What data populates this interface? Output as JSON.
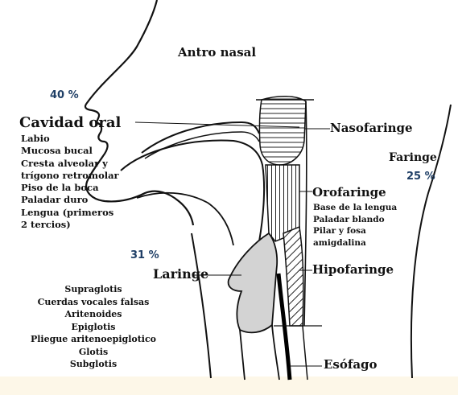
{
  "labels": {
    "antro_nasal": "Antro nasal",
    "nasofaringe": "Nasofaringe",
    "faringe": "Faringe",
    "cavidad_oral": "Cavidad oral",
    "orofaringe": "Orofaringe",
    "laringe": "Laringe",
    "hipofaringe": "Hipofaringe",
    "esofago": "Esófago"
  },
  "percentages": {
    "cavidad_oral": "40 %",
    "faringe": "25 %",
    "laringe": "31 %"
  },
  "cavidad_oral_items": [
    "Labio",
    "Mucosa bucal",
    "Cresta alveolar y",
    "trígono retromolar",
    "Piso de la boca",
    "Paladar duro",
    "Lengua (primeros",
    "2 tercios)"
  ],
  "orofaringe_items": [
    "Base de la lengua",
    "Paladar blando",
    "Pilar y fosa",
    "amigdalina"
  ],
  "laringe_items": [
    "Supraglotis",
    "Cuerdas vocales falsas",
    "Aritenoides",
    "Epiglotis",
    "Pliegue aritenoepiglotico",
    "Glotis",
    "Subglotis"
  ],
  "colors": {
    "outline": "#111111",
    "percent_text": "#1f3f66",
    "larynx_fill": "#d3d3d3",
    "bottom_strip": "#fdf7e8"
  }
}
